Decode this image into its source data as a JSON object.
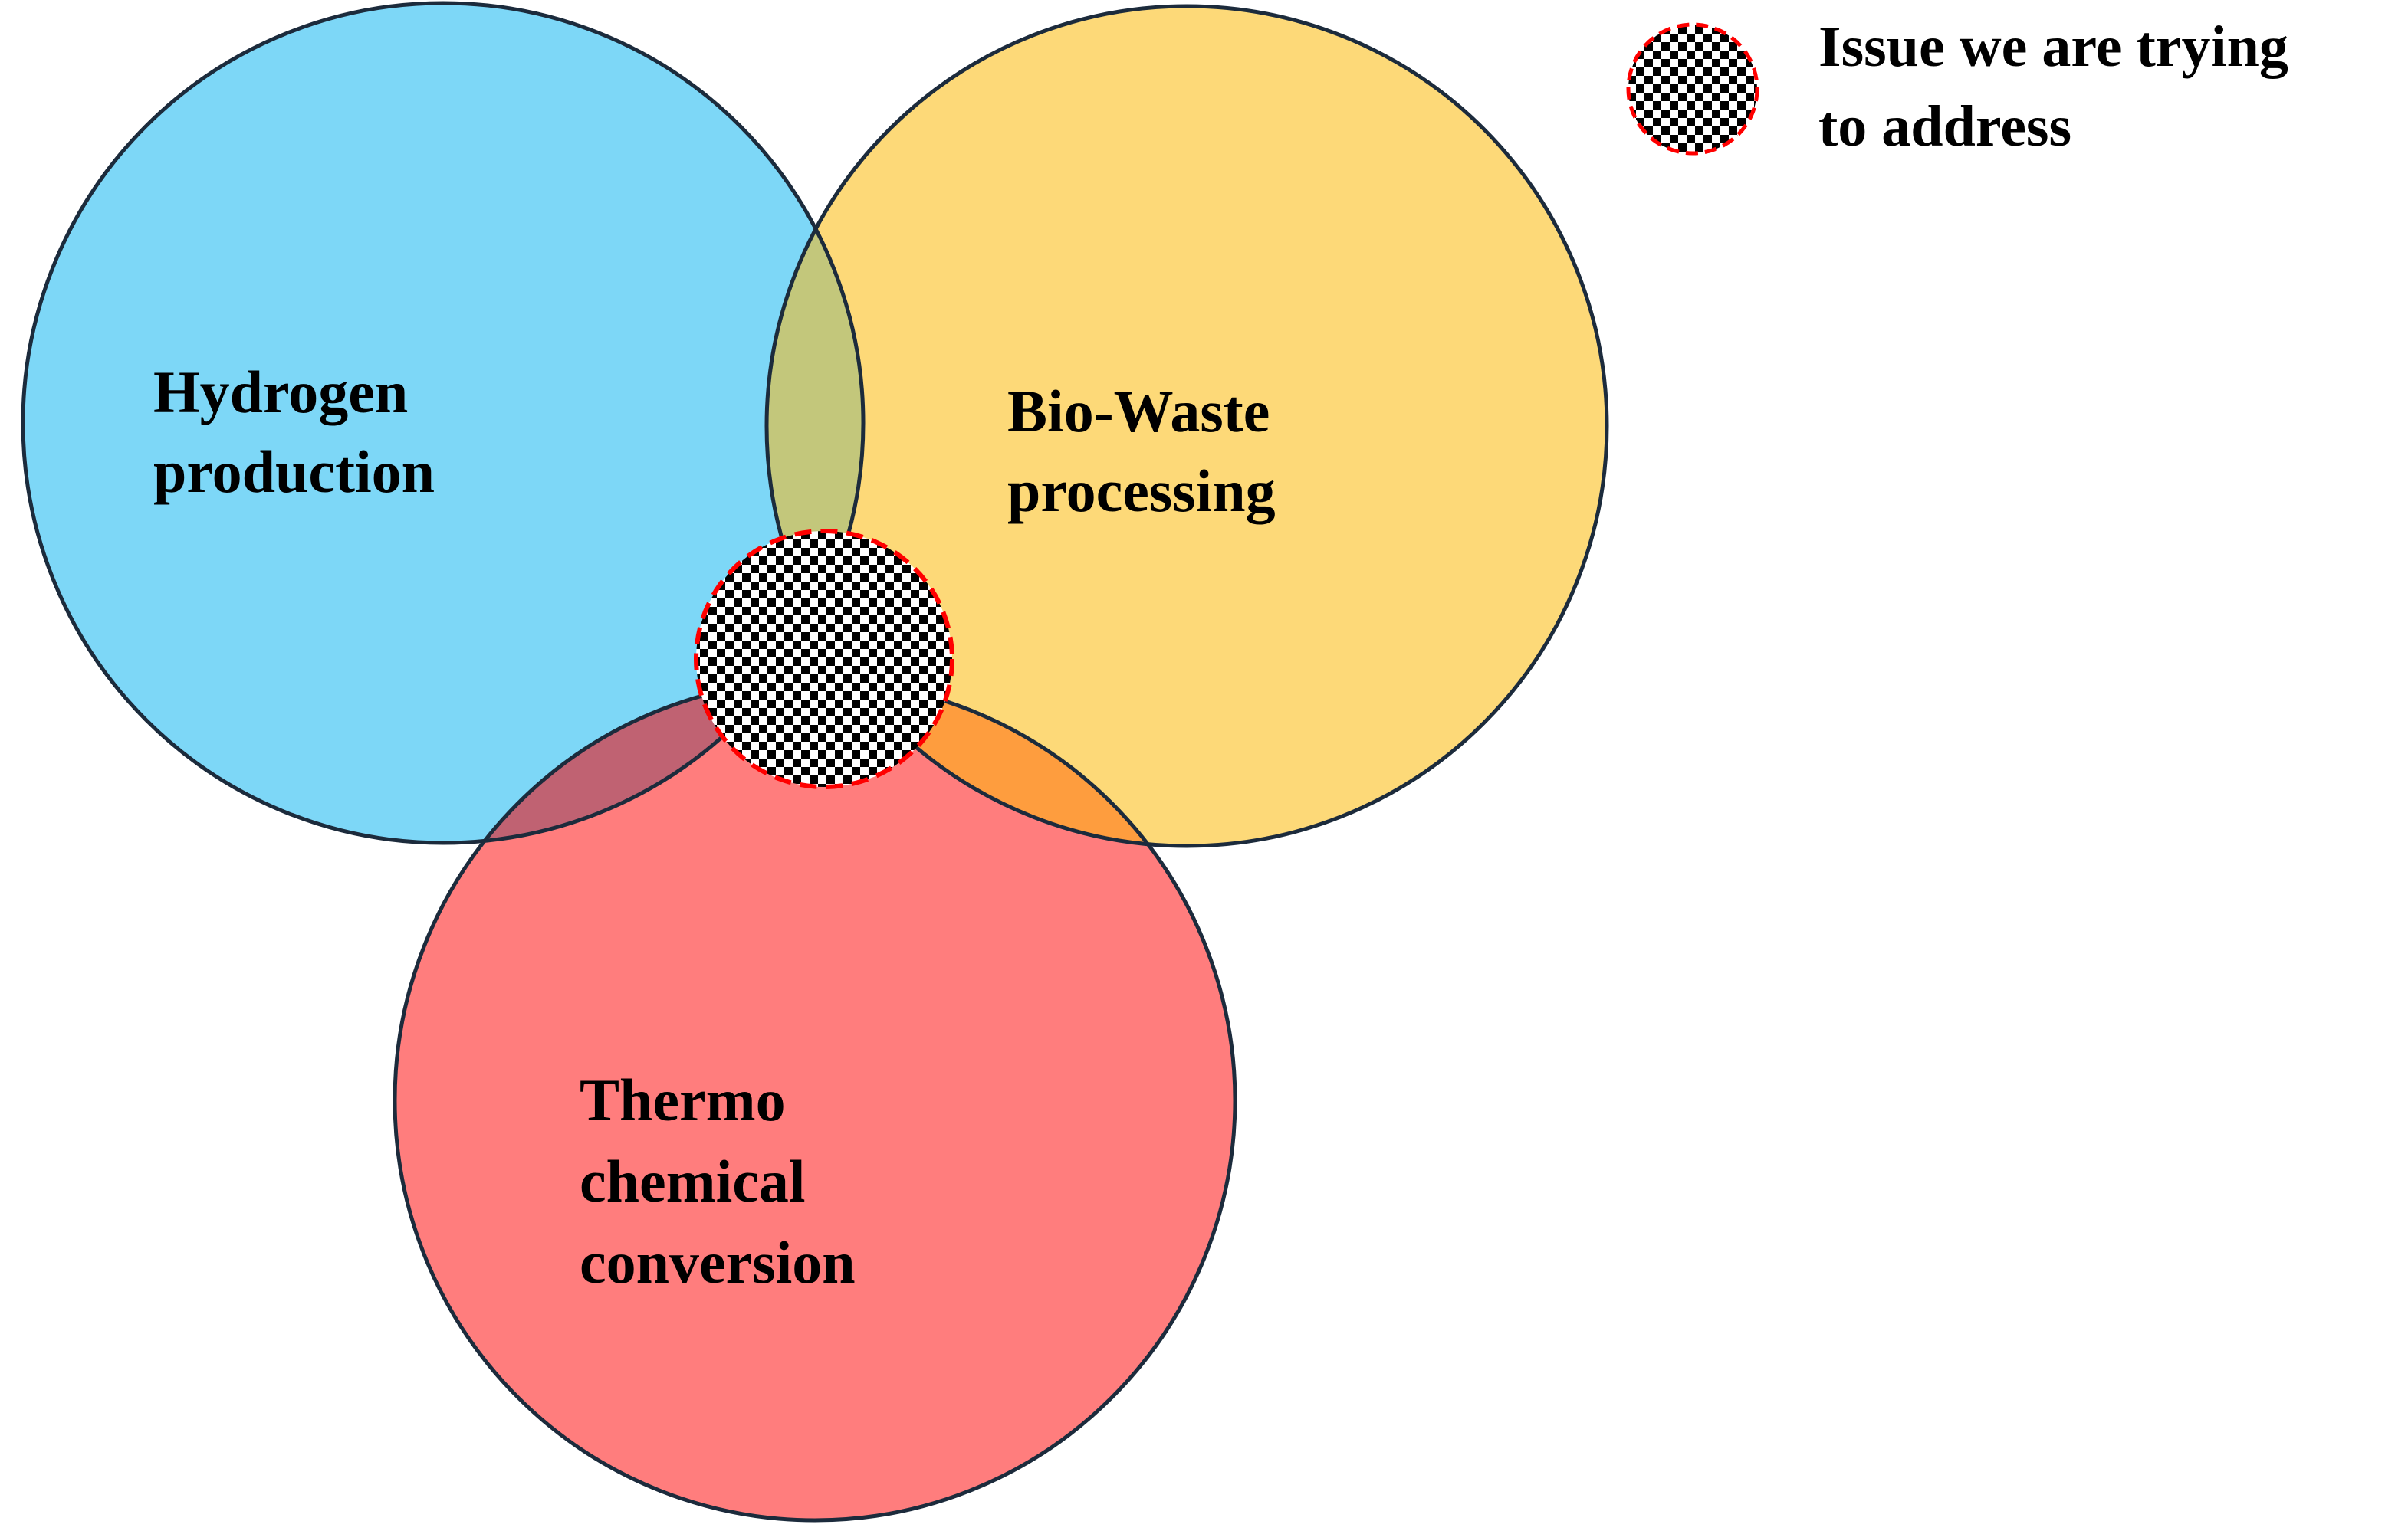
{
  "diagram": {
    "circles": [
      {
        "id": "hydrogen",
        "label_lines": [
          "Hydrogen",
          "production"
        ],
        "fill": "#7dd7f7"
      },
      {
        "id": "biowaste",
        "label_lines": [
          "Bio-Waste",
          "processing"
        ],
        "fill": "#fdd978"
      },
      {
        "id": "thermo",
        "label_lines": [
          "Thermo",
          "chemical",
          "conversion"
        ],
        "fill": "#ff7d7d"
      }
    ],
    "overlap_colors": {
      "hydrogen_biowaste": "#c3c77b",
      "hydrogen_thermo": "#c06272",
      "biowaste_thermo": "#fe9d3e"
    },
    "outline_color": "#1c2b3c",
    "center_marker": {
      "pattern": "checkerboard",
      "pattern_colors": [
        "#000000",
        "#ffffff"
      ],
      "border_color": "#ff0000",
      "border_style": "dashed"
    }
  },
  "legend": {
    "label_lines": [
      "Issue we are trying",
      "to address"
    ],
    "marker": "checkerboard-circle"
  }
}
